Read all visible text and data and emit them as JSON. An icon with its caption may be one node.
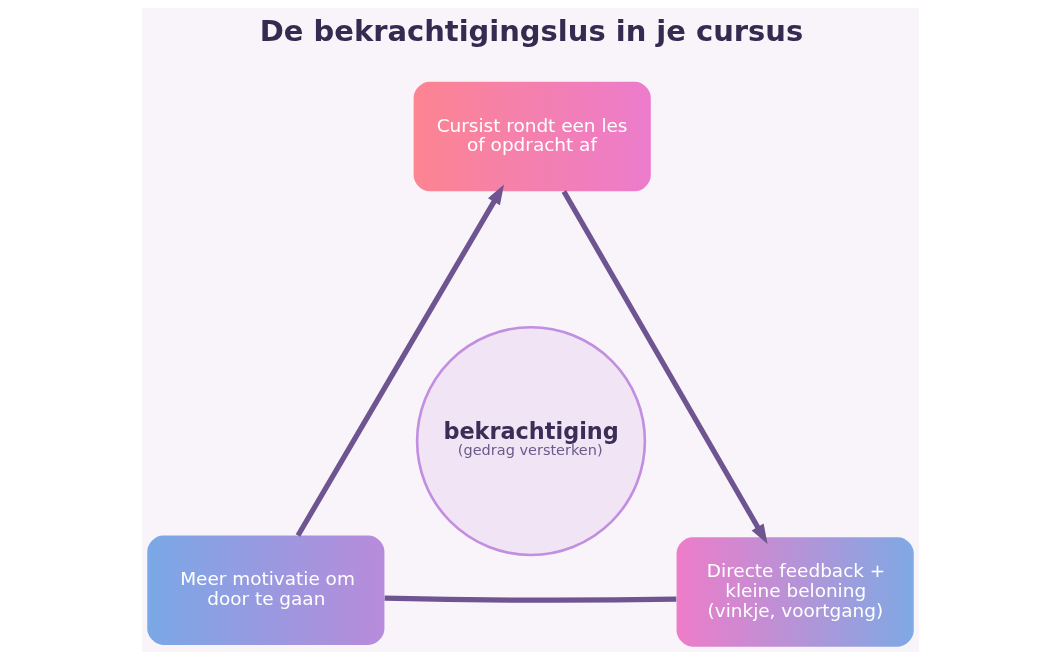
{
  "diagram": {
    "title": "De bekrachtigingslus in je cursus",
    "nodes": [
      {
        "text": [
          "Cursist rondt een les of opdracht af"
        ]
      },
      {
        "text": [
          "bekrachtiging",
          "(gedrag versterken)"
        ]
      },
      {
        "text": [
          "Meer motivatie om door te gaan"
        ]
      },
      {
        "text": [
          "Directe feedback + kleine beloning (vinkje, voortgang)"
        ]
      }
    ],
    "edges": [
      {
        "from": 2,
        "to": 0,
        "arrow": "to"
      },
      {
        "from": 0,
        "to": 3,
        "arrow": "to"
      },
      {
        "from": 2,
        "to": 3,
        "arrow": "none"
      }
    ]
  }
}
